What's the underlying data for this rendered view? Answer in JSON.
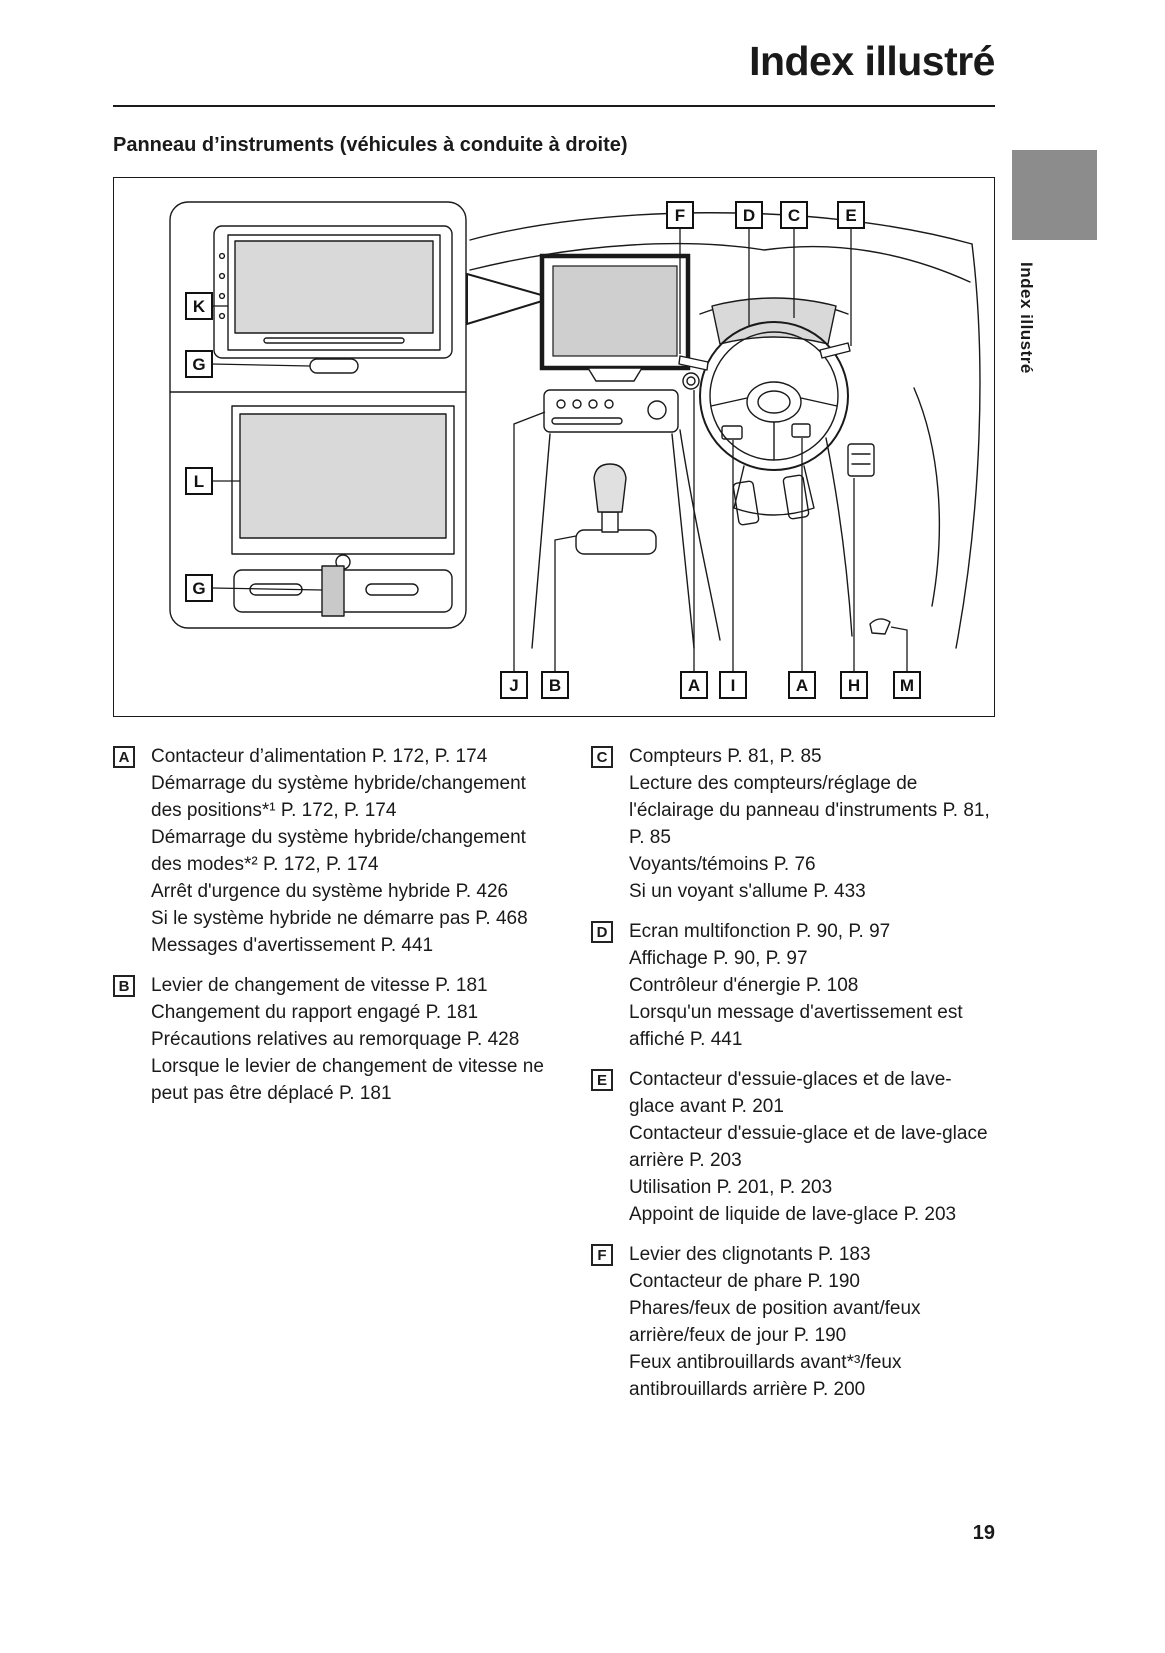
{
  "page": {
    "title": "Index illustré",
    "side_tab": "Index illustré",
    "section_heading": "Panneau d’instruments (véhicules à conduite à droite)",
    "page_number": "19"
  },
  "diagram": {
    "labels": {
      "k": "K",
      "g1": "G",
      "l": "L",
      "g2": "G",
      "f": "F",
      "d": "D",
      "c": "C",
      "e": "E",
      "j": "J",
      "b": "B",
      "a1": "A",
      "i": "I",
      "a2": "A",
      "h": "H",
      "m": "M"
    }
  },
  "entries_left": [
    {
      "letter": "A",
      "lines": [
        "Contacteur d’alimentation P. 172, P. 174",
        "Démarrage du système hybride/changement des positions*¹ P. 172, P. 174",
        "Démarrage du système hybride/changement des modes*² P. 172, P. 174",
        "Arrêt d'urgence du système hybride P. 426",
        "Si le système hybride ne démarre pas P. 468",
        "Messages d'avertissement P. 441"
      ]
    },
    {
      "letter": "B",
      "lines": [
        "Levier de changement de vitesse P. 181",
        "Changement du rapport engagé P. 181",
        "Précautions relatives au remorquage P. 428",
        "Lorsque le levier de changement de vitesse ne peut pas être déplacé P. 181"
      ]
    }
  ],
  "entries_right": [
    {
      "letter": "C",
      "lines": [
        "Compteurs P. 81, P. 85",
        "Lecture des compteurs/réglage de l'éclairage du panneau d'instruments P. 81, P. 85",
        "Voyants/témoins P. 76",
        "Si un voyant s'allume P. 433"
      ]
    },
    {
      "letter": "D",
      "lines": [
        "Ecran multifonction P. 90, P. 97",
        "Affichage P. 90, P. 97",
        "Contrôleur d'énergie P. 108",
        "Lorsqu'un message d'avertissement est affiché P. 441"
      ]
    },
    {
      "letter": "E",
      "lines": [
        "Contacteur d'essuie-glaces et de lave-glace avant P. 201",
        "Contacteur d'essuie-glace et de lave-glace arrière P. 203",
        "Utilisation P. 201, P. 203",
        "Appoint de liquide de lave-glace P. 203"
      ]
    },
    {
      "letter": "F",
      "lines": [
        "Levier des clignotants P. 183",
        "Contacteur de phare P. 190",
        "Phares/feux de position avant/feux arrière/feux de jour P. 190",
        "Feux antibrouillards avant*³/feux antibrouillards arrière P. 200"
      ]
    }
  ]
}
